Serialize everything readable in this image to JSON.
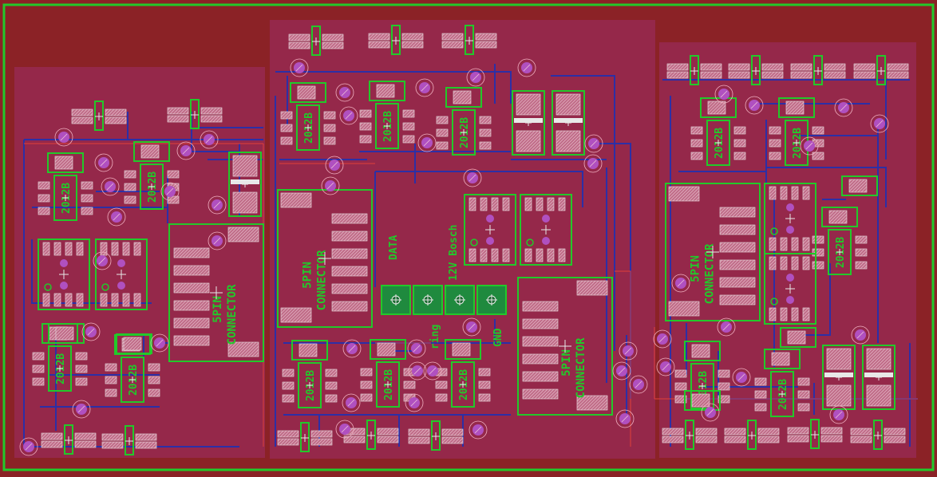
{
  "colors": {
    "background": "#8b2226",
    "outline": "#22c92a",
    "pour": "#95284a",
    "trace": "#2c2fa6",
    "via": "#b050c0",
    "pad": "#c06c88",
    "silk": "#e8e8e8",
    "text": "#22c92a",
    "ratsnest": "#e0403a"
  },
  "labels": {
    "ic": "2012B",
    "connector_top": "5PIN",
    "connector_bottom": "CONNECTOR",
    "data": "DATA",
    "twelve_v": "12V Bosch",
    "ring": "ring",
    "gnd": "GND"
  },
  "terminal_icon": "screw-terminal-icon",
  "via_icon": "via-icon"
}
